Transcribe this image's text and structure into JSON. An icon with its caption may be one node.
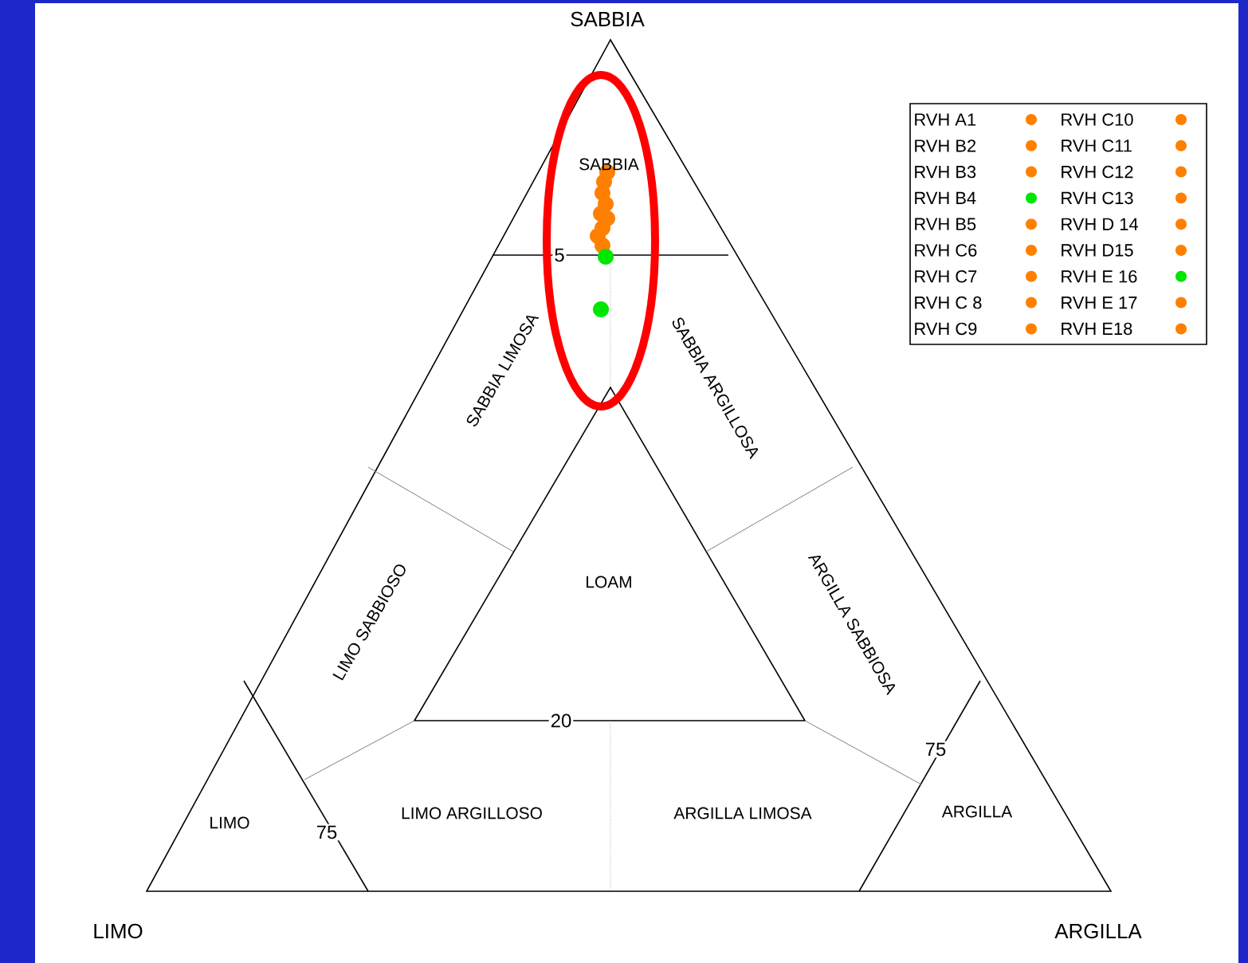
{
  "diagram": {
    "labels": [
      "SABBIA",
      "SABBIA",
      "5",
      "SABBIA LIMOSA",
      "SABBIA ARGILLOSA",
      "LOAM",
      "LIMO SABBIOSO",
      "ARGILLA SABBIOSA",
      "20",
      "75",
      "LIMO",
      "75",
      "LIMO ARGILLOSO",
      "ARGILLA LIMOSA",
      "ARGILLA",
      "LIMO",
      "ARGILLA"
    ],
    "legend": [
      {
        "text": "RVH A1",
        "color": "#ff8000"
      },
      {
        "text": "RVH B2",
        "color": "#ff8000"
      },
      {
        "text": "RVH B3",
        "color": "#ff8000"
      },
      {
        "text": "RVH B4",
        "color": "#00e600"
      },
      {
        "text": "RVH B5",
        "color": "#ff8000"
      },
      {
        "text": "RVH C6",
        "color": "#ff8000"
      },
      {
        "text": "RVH C7",
        "color": "#ff8000"
      },
      {
        "text": "RVH C 8",
        "color": "#ff8000"
      },
      {
        "text": "RVH C9",
        "color": "#ff8000"
      },
      {
        "text": "RVH C10",
        "color": "#ff8000"
      },
      {
        "text": "RVH C11",
        "color": "#ff8000"
      },
      {
        "text": "RVH C12",
        "color": "#ff8000"
      },
      {
        "text": "RVH C13",
        "color": "#ff8000"
      },
      {
        "text": "RVH D 14",
        "color": "#ff8000"
      },
      {
        "text": "RVH D15",
        "color": "#ff8000"
      },
      {
        "text": "RVH E 16",
        "color": "#00e600"
      },
      {
        "text": "RVH E 17",
        "color": "#ff8000"
      },
      {
        "text": "RVH E18",
        "color": "#ff8000"
      }
    ]
  }
}
